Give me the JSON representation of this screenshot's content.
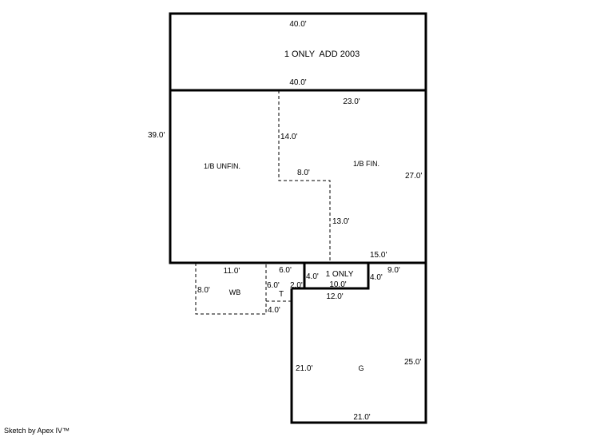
{
  "areas": {
    "addition": "1 ONLY  ADD 2003",
    "unfinished": "1/B UNFIN.",
    "finished": "1/B FIN.",
    "wb": "WB",
    "t": "T",
    "one_only": "1 ONLY",
    "garage": "G"
  },
  "dimensions": {
    "add_top": "40.0'",
    "add_bottom": "40.0'",
    "left_side": "39.0'",
    "fin_top": "23.0'",
    "fin_left_upper": "14.0'",
    "fin_step": "8.0'",
    "fin_left_lower": "13.0'",
    "right_side": "27.0'",
    "fin_bottom": "15.0'",
    "wb_top": "11.0'",
    "wb_left": "8.0'",
    "t_top": "6.0'",
    "t_left": "6.0'",
    "t_right": "2.0'",
    "t_bottom": "4.0'",
    "one_only_left": "4.0'",
    "one_only_bottom": "10.0'",
    "one_only_right": "4.0'",
    "garage_top_right": "9.0'",
    "garage_top": "12.0'",
    "garage_left": "21.0'",
    "garage_right": "25.0'",
    "garage_bottom": "21.0'"
  },
  "footer": "Sketch by Apex IV™"
}
